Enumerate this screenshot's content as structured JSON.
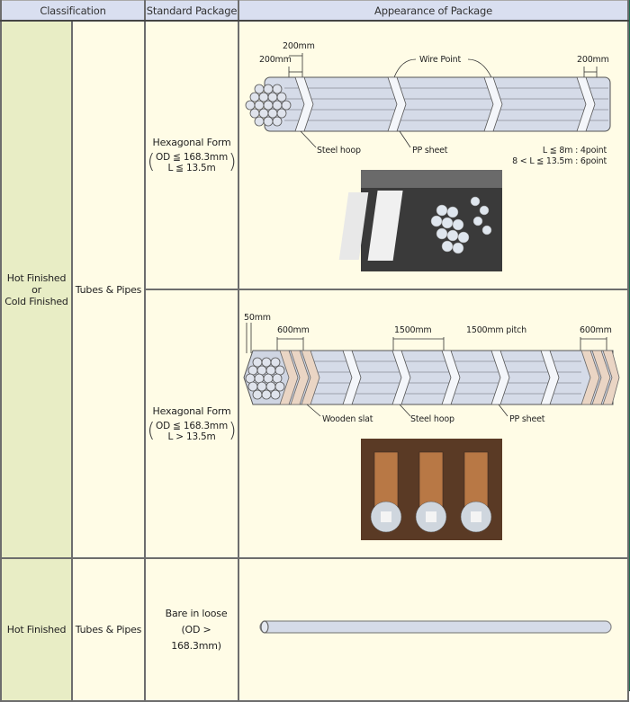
{
  "header": {
    "classification": "Classification",
    "standard_package": "Standard Package",
    "appearance": "Appearance of Package"
  },
  "rows": [
    {
      "finish": "Hot Finished\nor\nCold Finished",
      "finish_lines": [
        "Hot Finished",
        "or",
        "Cold Finished"
      ],
      "product": "Tubes & Pipes",
      "packages": [
        {
          "title": "Hexagonal Form",
          "cond_line1": "OD ≦ 168.3mm",
          "cond_line2": "L ≦ 13.5m",
          "diagram": {
            "dim_top": "200mm",
            "dim_left": "200mm",
            "dim_right": "200mm",
            "wire_point": "Wire Point",
            "steel_hoop": "Steel hoop",
            "pp_sheet": "PP sheet",
            "rule1": "L ≦ 8m : 4point",
            "rule2": "8 < L ≦ 13.5m : 6point"
          },
          "photo": "steel-tube-bundle-photo"
        },
        {
          "title": "Hexagonal Form",
          "cond_line1": "OD ≦ 168.3mm",
          "cond_line2": "L > 13.5m",
          "diagram": {
            "dim_end": "50mm",
            "dim_left": "600mm",
            "dim_mid": "1500mm",
            "pitch": "1500mm pitch",
            "dim_right": "600mm",
            "wooden_slat": "Wooden slat",
            "steel_hoop": "Steel hoop",
            "pp_sheet": "PP sheet"
          },
          "photo": "wood-slat-bundle-photo"
        }
      ]
    },
    {
      "finish": "Hot Finished",
      "product": "Tubes & Pipes",
      "package_line1": "Bare in loose",
      "package_line2": "(OD > 168.3mm)",
      "diagram": "single-pipe"
    }
  ],
  "colors": {
    "header_bg": "#d9dff0",
    "class_bg": "#e8edc5",
    "cell_bg": "#fffce6",
    "pipe": "#d5dbe8",
    "frame_accent": "#1d6b4f"
  }
}
